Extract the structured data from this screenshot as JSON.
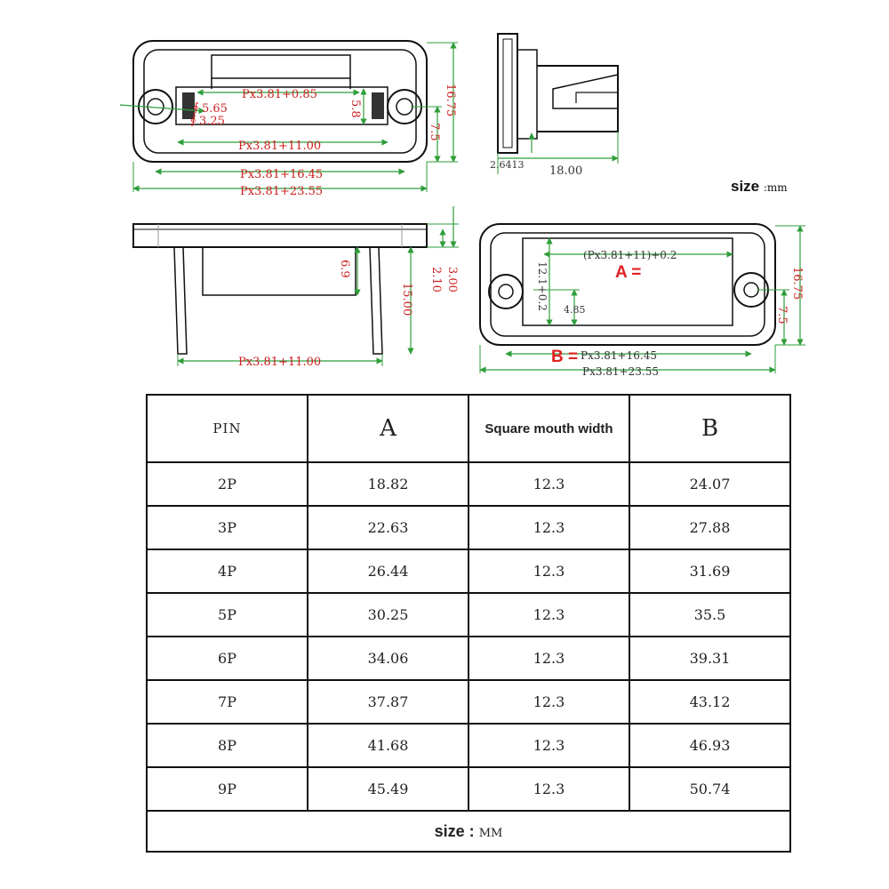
{
  "drawing": {
    "top_view_labels": {
      "top_span": "Px3.81+0.85",
      "hole_outer": "5.65",
      "hole_inner": "3.25",
      "slot_h": "5.8",
      "inner_span": "Px3.81+11.00",
      "hole_span": "Px3.81+16.45",
      "overall": "Px3.81+23.55",
      "height_total": "16.75",
      "hole_half": "7.5"
    },
    "side_view_labels": {
      "offset": "2.6413",
      "depth": "18.00"
    },
    "unit_note": {
      "label": "size",
      "unit": ":mm"
    },
    "front_view_labels": {
      "body_h": "6.9",
      "flange": "2.10",
      "flange_total": "3.00",
      "leg_h": "15.00",
      "leg_span": "Px3.81+11.00"
    },
    "cutout_view_labels": {
      "cut_w": "(Px3.81+11)+0.2",
      "cut_h": "12.1+0.2",
      "half_h": "4.85",
      "a_marker": "A =",
      "b_marker": "B =",
      "hole_span": "Px3.81+16.45",
      "overall": "Px3.81+23.55",
      "height_total": "16.75",
      "hole_half": "7.5"
    }
  },
  "table": {
    "headers": [
      "PIN",
      "A",
      "Square mouth width",
      "B"
    ],
    "rows": [
      [
        "2P",
        "18.82",
        "12.3",
        "24.07"
      ],
      [
        "3P",
        "22.63",
        "12.3",
        "27.88"
      ],
      [
        "4P",
        "26.44",
        "12.3",
        "31.69"
      ],
      [
        "5P",
        "30.25",
        "12.3",
        "35.5"
      ],
      [
        "6P",
        "34.06",
        "12.3",
        "39.31"
      ],
      [
        "7P",
        "37.87",
        "12.3",
        "43.12"
      ],
      [
        "8P",
        "41.68",
        "12.3",
        "46.93"
      ],
      [
        "9P",
        "45.49",
        "12.3",
        "50.74"
      ]
    ],
    "footer": {
      "label": "size :",
      "unit": "MM"
    }
  },
  "colors": {
    "line": "#111111",
    "dimension": "#2e9e3a",
    "label_red": "#cc1f1f",
    "marker_red": "#e02020"
  }
}
